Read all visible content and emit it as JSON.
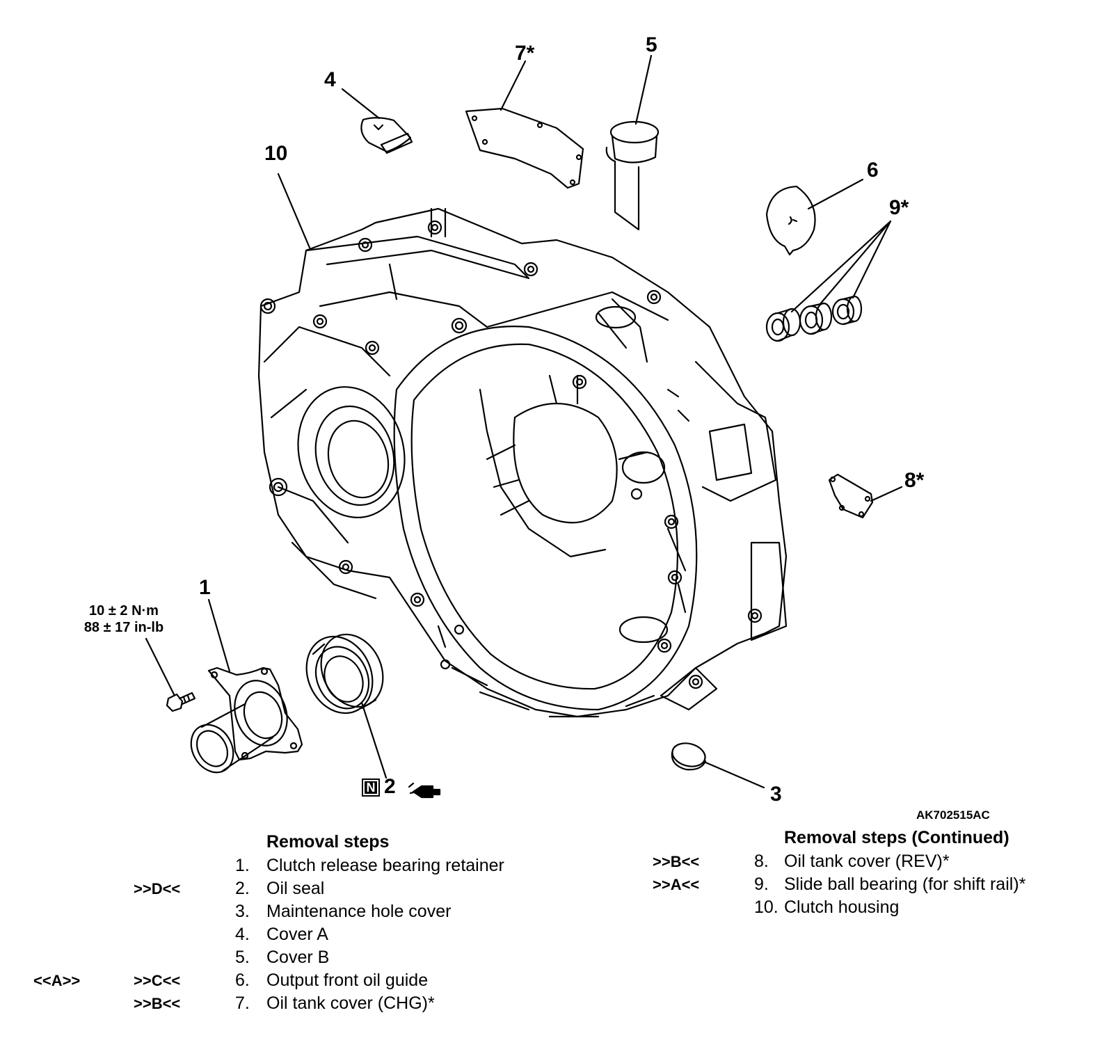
{
  "callouts": {
    "c1": "1",
    "c2": "2",
    "c3": "3",
    "c4": "4",
    "c5": "5",
    "c6": "6",
    "c7": "7*",
    "c8": "8*",
    "c9": "9*",
    "c10": "10"
  },
  "torque": {
    "metric": "10 ± 2 N·m",
    "imperial": "88 ± 17 in-lb"
  },
  "new_part_symbol": "N",
  "grease_icon": "grease-gun-icon",
  "figure_id": "AK702515AC",
  "steps_left": {
    "heading": "Removal steps",
    "rows": [
      {
        "rem": "",
        "inst": "",
        "num": "1.",
        "text": "Clutch release bearing retainer"
      },
      {
        "rem": "",
        "inst": ">>D<<",
        "num": "2.",
        "text": "Oil seal"
      },
      {
        "rem": "",
        "inst": "",
        "num": "3.",
        "text": "Maintenance hole cover"
      },
      {
        "rem": "",
        "inst": "",
        "num": "4.",
        "text": "Cover A"
      },
      {
        "rem": "",
        "inst": "",
        "num": "5.",
        "text": "Cover B"
      },
      {
        "rem": "<<A>>",
        "inst": ">>C<<",
        "num": "6.",
        "text": "Output front oil guide"
      },
      {
        "rem": "",
        "inst": ">>B<<",
        "num": "7.",
        "text": "Oil tank cover (CHG)*"
      }
    ]
  },
  "steps_right": {
    "heading": "Removal steps (Continued)",
    "rows": [
      {
        "inst": ">>B<<",
        "num": "8.",
        "text": "Oil tank cover (REV)*"
      },
      {
        "inst": ">>A<<",
        "num": "9.",
        "text": "Slide ball bearing (for shift rail)*"
      },
      {
        "inst": "",
        "num": "10.",
        "text": "Clutch housing"
      }
    ]
  }
}
